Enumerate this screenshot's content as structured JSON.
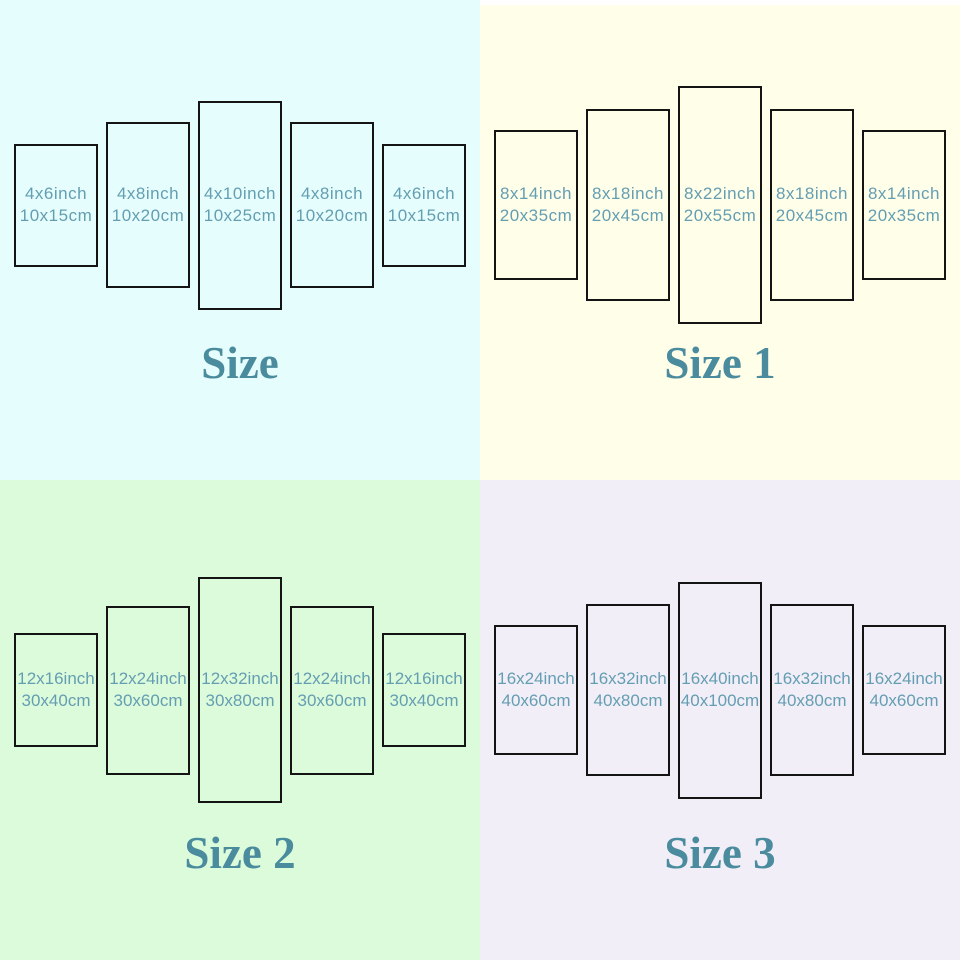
{
  "colors": {
    "panel_label": "#649eb2",
    "title": "#4a8c9e",
    "panel_border": "#141414"
  },
  "quadrants": [
    {
      "title": "Size",
      "background": "#e5fdfc",
      "panels": [
        {
          "inch": "4x6inch",
          "cm": "10x15cm"
        },
        {
          "inch": "4x8inch",
          "cm": "10x20cm"
        },
        {
          "inch": "4x10inch",
          "cm": "10x25cm"
        },
        {
          "inch": "4x8inch",
          "cm": "10x20cm"
        },
        {
          "inch": "4x6inch",
          "cm": "10x15cm"
        }
      ]
    },
    {
      "title": "Size 1",
      "background": "#fffee9",
      "panels": [
        {
          "inch": "8x14inch",
          "cm": "20x35cm"
        },
        {
          "inch": "8x18inch",
          "cm": "20x45cm"
        },
        {
          "inch": "8x22inch",
          "cm": "20x55cm"
        },
        {
          "inch": "8x18inch",
          "cm": "20x45cm"
        },
        {
          "inch": "8x14inch",
          "cm": "20x35cm"
        }
      ]
    },
    {
      "title": "Size 2",
      "background": "#dcfbdb",
      "panels": [
        {
          "inch": "12x16inch",
          "cm": "30x40cm"
        },
        {
          "inch": "12x24inch",
          "cm": "30x60cm"
        },
        {
          "inch": "12x32inch",
          "cm": "30x80cm"
        },
        {
          "inch": "12x24inch",
          "cm": "30x60cm"
        },
        {
          "inch": "12x16inch",
          "cm": "30x40cm"
        }
      ]
    },
    {
      "title": "Size 3",
      "background": "#f2eef8",
      "panels": [
        {
          "inch": "16x24inch",
          "cm": "40x60cm"
        },
        {
          "inch": "16x32inch",
          "cm": "40x80cm"
        },
        {
          "inch": "16x40inch",
          "cm": "40x100cm"
        },
        {
          "inch": "16x32inch",
          "cm": "40x80cm"
        },
        {
          "inch": "16x24inch",
          "cm": "40x60cm"
        }
      ]
    }
  ]
}
